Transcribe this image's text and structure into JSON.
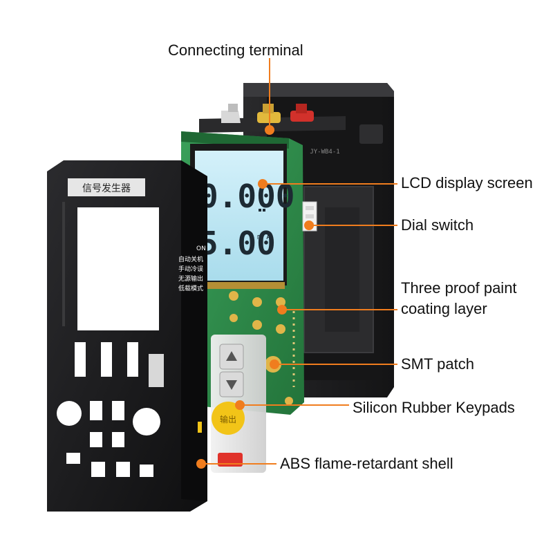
{
  "device": {
    "front_label": "信号发生器",
    "side_features": [
      "自动关机",
      "手动冷误",
      "无源输出",
      "低载模式"
    ],
    "on_label": "ON",
    "lcd_line1": "0.000",
    "lcd_line2": "5.00",
    "lcd_unit": "m A",
    "key_output_label": "输出",
    "board_marking": "JY-WB4-1"
  },
  "callouts": [
    {
      "id": "connecting-terminal",
      "lines": [
        "Connecting terminal"
      ]
    },
    {
      "id": "lcd-display-screen",
      "lines": [
        "LCD display screen"
      ]
    },
    {
      "id": "dial-switch",
      "lines": [
        "Dial switch"
      ]
    },
    {
      "id": "three-proof-paint",
      "lines": [
        "Three proof paint",
        "coating layer"
      ]
    },
    {
      "id": "smt-patch",
      "lines": [
        "SMT patch"
      ]
    },
    {
      "id": "silicon-rubber-keypads",
      "lines": [
        "Silicon Rubber Keypads"
      ]
    },
    {
      "id": "abs-shell",
      "lines": [
        "ABS flame-retardant shell"
      ]
    }
  ],
  "colors": {
    "accent_orange": "#f07d1e",
    "shell_black": "#1c1c1e",
    "pcb_green": "#2f8f4a",
    "lcd_blue": "#bfe8f4",
    "key_yellow": "#f2c418",
    "key_red": "#e0322a"
  }
}
